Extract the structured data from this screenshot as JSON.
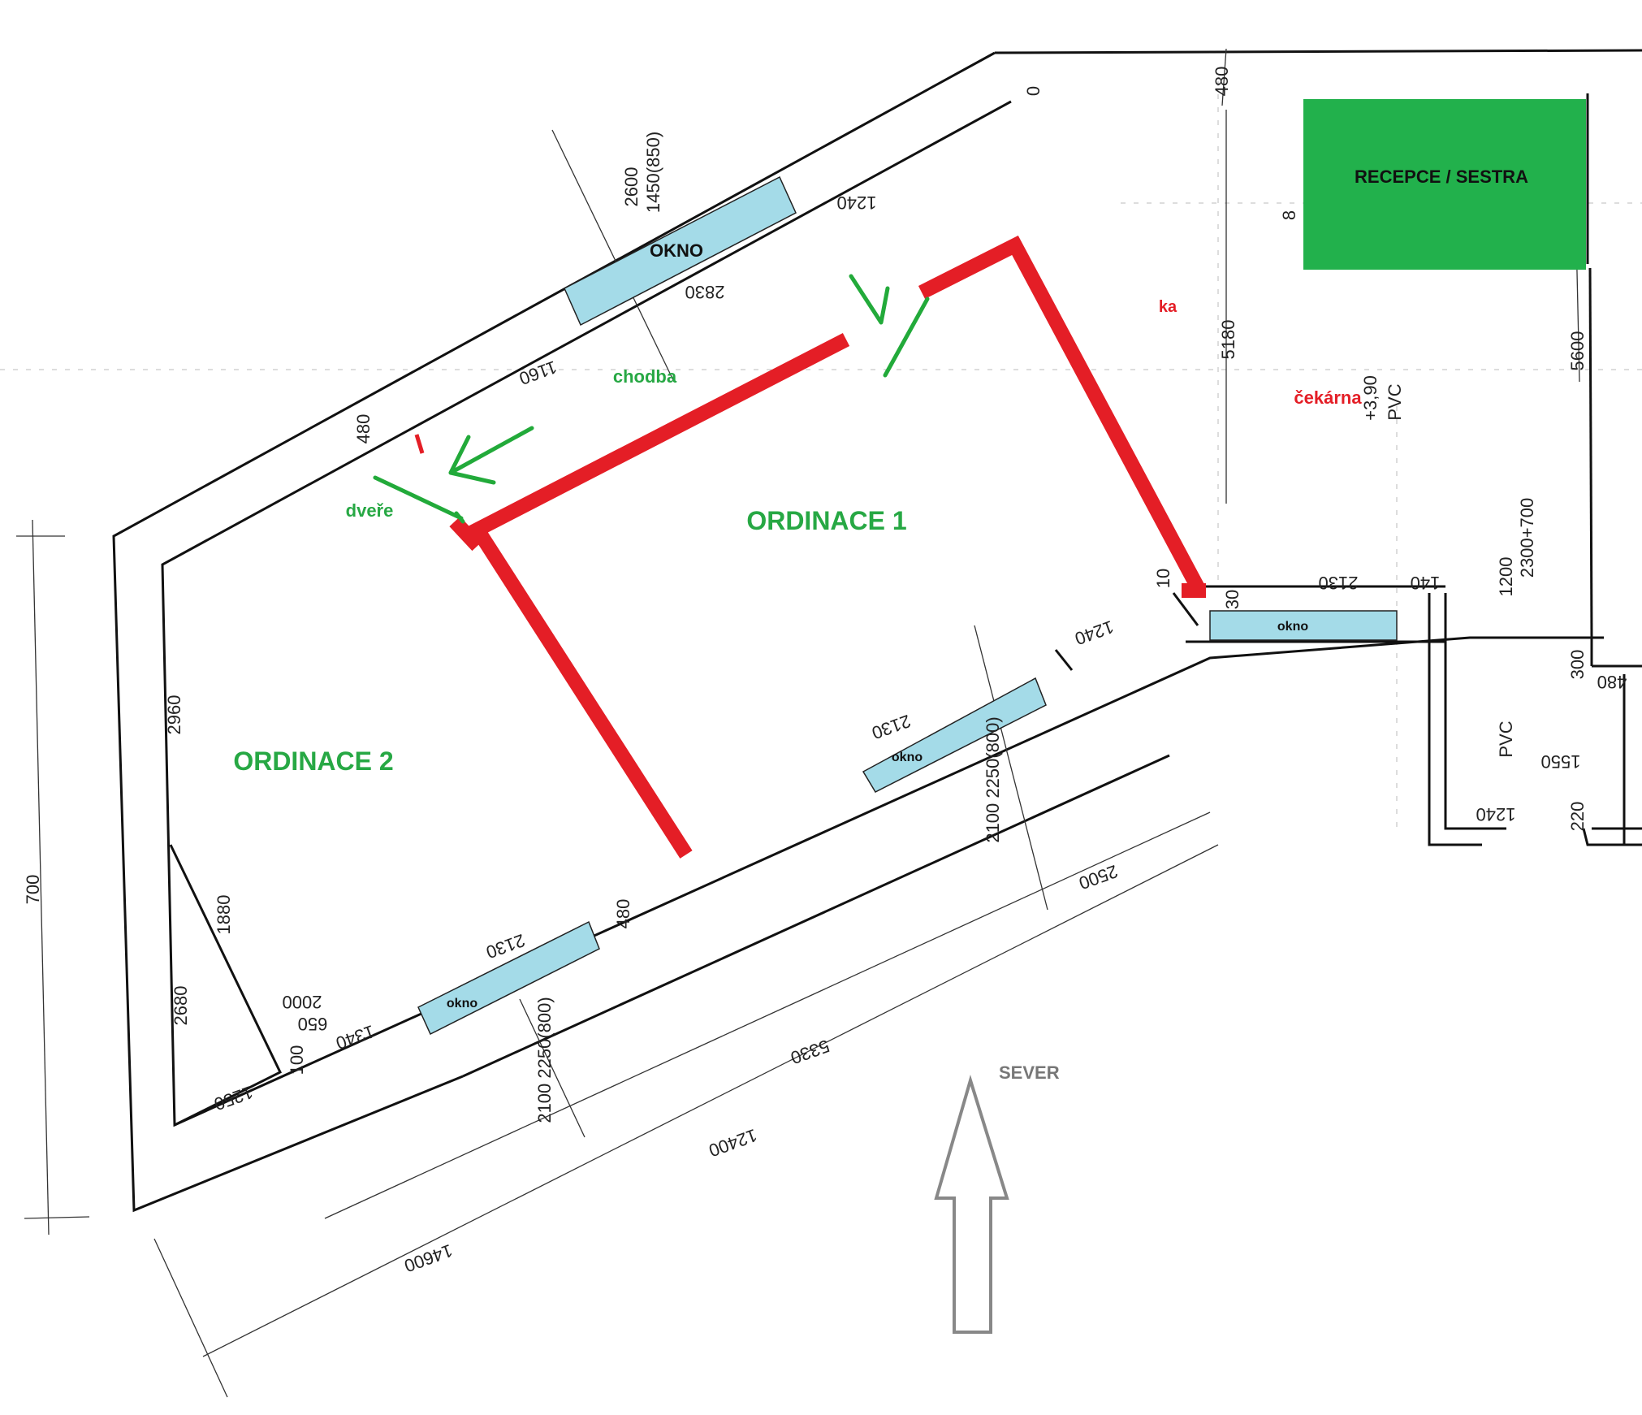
{
  "rooms": {
    "ordinace1": "ORDINACE 1",
    "ordinace2": "ORDINACE 2",
    "chodba": "chodba",
    "dvere": "dveře",
    "cekarna": "čekárna",
    "cekarna_fragment": "ka",
    "recepce": "RECEPCE / SESTRA"
  },
  "windows": {
    "top": "OKNO",
    "right": "okno",
    "bottom_mid": "okno",
    "bottom_left": "okno"
  },
  "north": "SEVER",
  "colors": {
    "new_walls": "#e41e26",
    "doors_and_labels": "#27a844",
    "windows": "#a4dbe8",
    "reception": "#22b14c"
  },
  "dimensions": {
    "d480_top": "480",
    "d2600": "2600",
    "d1450_850": "1450(850)",
    "d1240_top": "1240",
    "d2830_top": "2830",
    "d1160": "1160",
    "d480_left": "480",
    "d5180": "5180",
    "d5600": "5600",
    "d3_90": "+3,90",
    "pvc_a": "PVC",
    "d2130_right": "2130",
    "d1200": "1200",
    "d2300_700": "2300+700",
    "d140_right": "140",
    "d1240_right": "1240",
    "d300": "300",
    "d480_right": "480",
    "pvc_b": "PVC",
    "d1550": "1550",
    "d1240_far": "1240",
    "d220": "220",
    "d2130_mid": "2130",
    "d2100_2250_800_mid": "2100\n2250(800)",
    "d2500": "2500",
    "d2960": "2960",
    "d1880": "1880",
    "d2680": "2680",
    "d1250": "1250",
    "d700_left": "700",
    "d2130_low": "2130",
    "d480_low": "480",
    "d2000": "2000",
    "d650": "650",
    "d1340": "1340",
    "d100": "100",
    "d2100_2250_800_low": "2100\n2250(800)",
    "d5330": "5330",
    "d12400": "12400",
    "d14600": "14600",
    "d0_top": "0",
    "d10": "10",
    "d30": "30",
    "d80": "8"
  }
}
